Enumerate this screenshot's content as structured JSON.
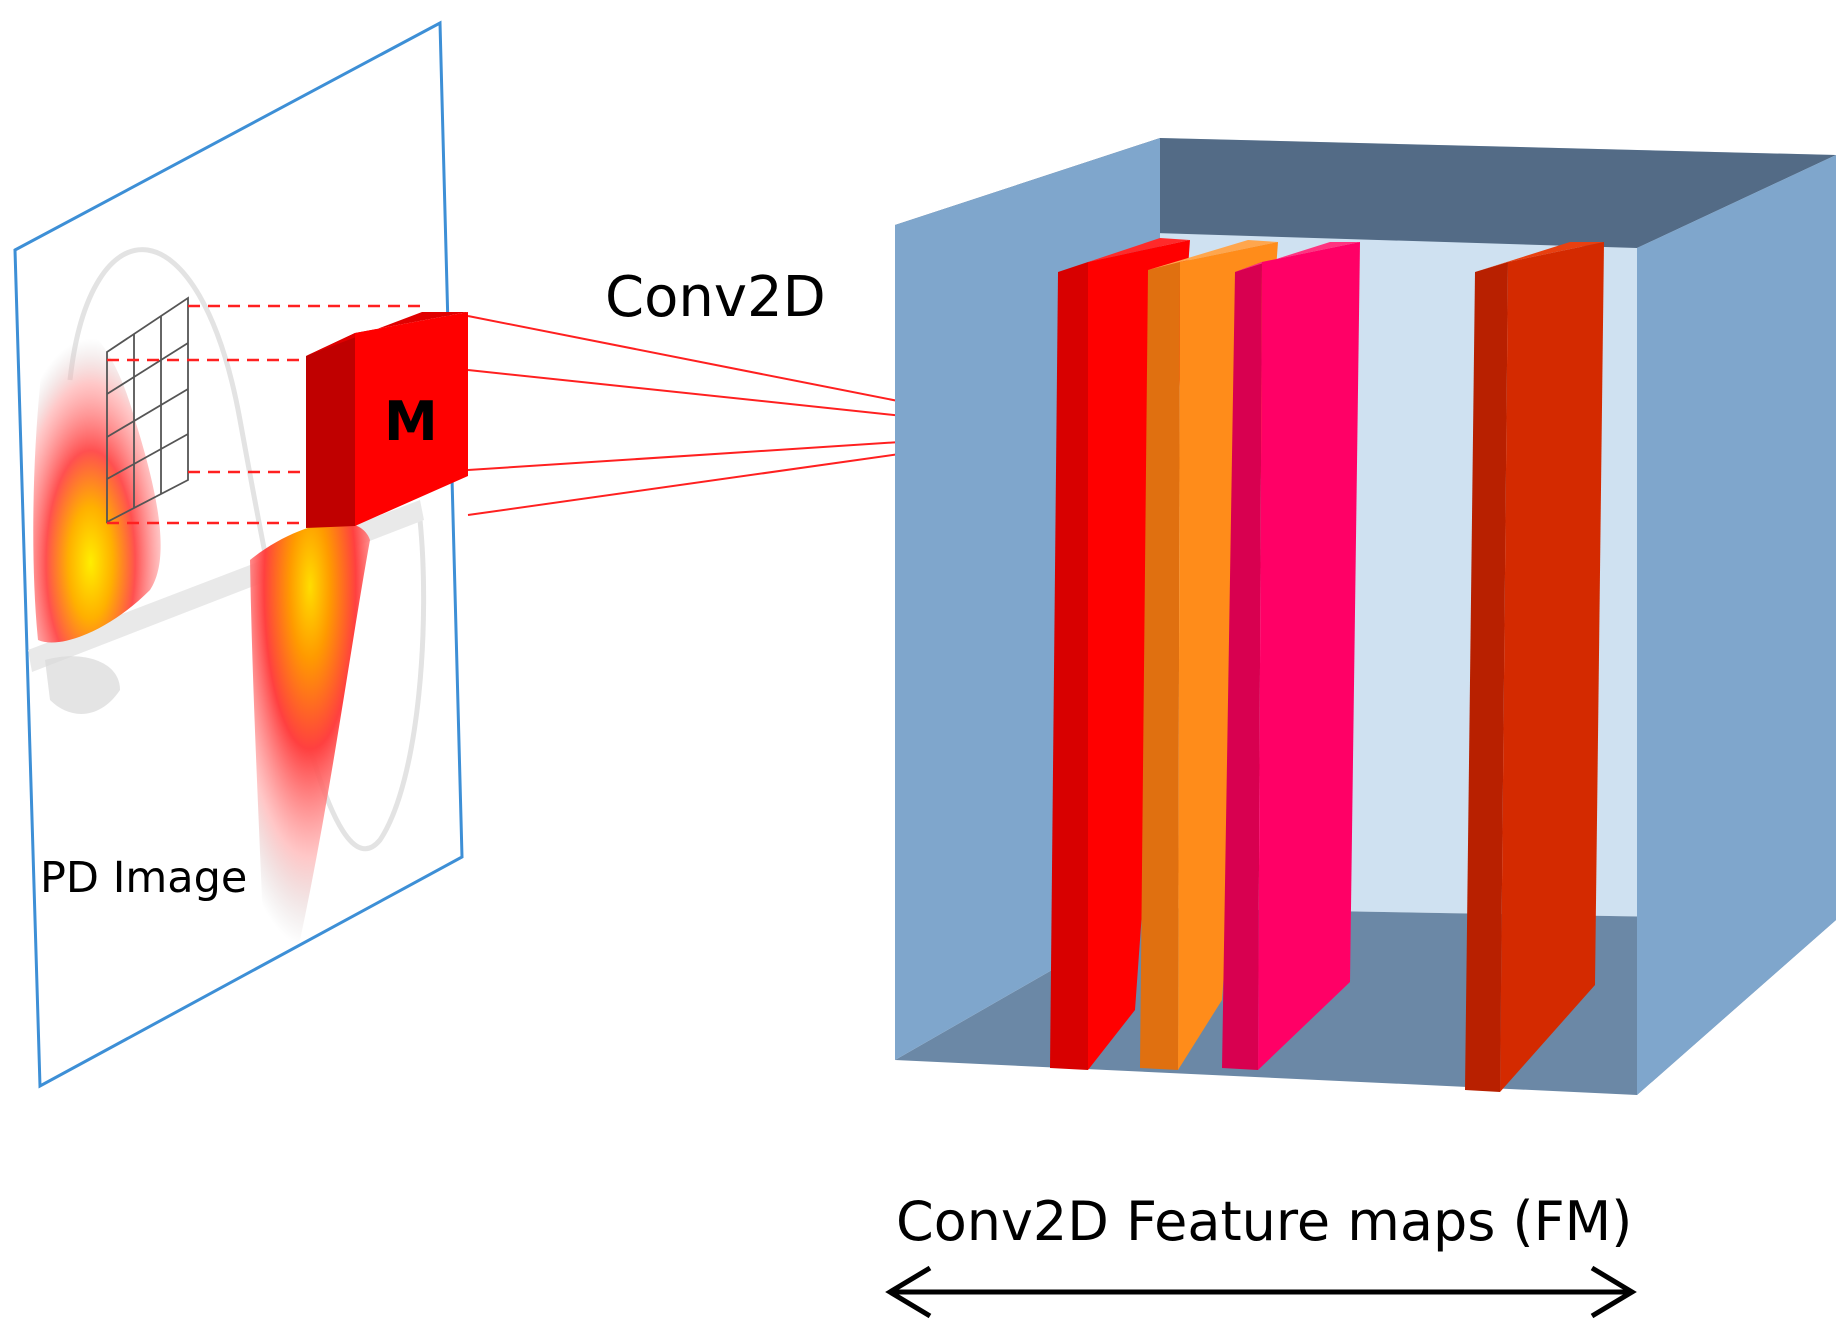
{
  "labels": {
    "pd_image": "PD Image",
    "filter": "M",
    "operation": "Conv2D",
    "feature_maps": "Conv2D Feature maps (FM)"
  },
  "colors": {
    "plane_border": "#3d8fd6",
    "filter_front": "#ff0000",
    "filter_side": "#c00000",
    "line": "#ff2020",
    "box_back": "#cfe1f1",
    "box_left": "#7fa6cc",
    "box_right": "#7fa6cc",
    "box_top": "#536b86",
    "box_floor": "#6b88a6",
    "fm_1": "#ff0000",
    "fm_2": "#ff8c1a",
    "fm_3": "#ff0066",
    "fm_4": "#d42a00",
    "arrow": "#000000"
  }
}
